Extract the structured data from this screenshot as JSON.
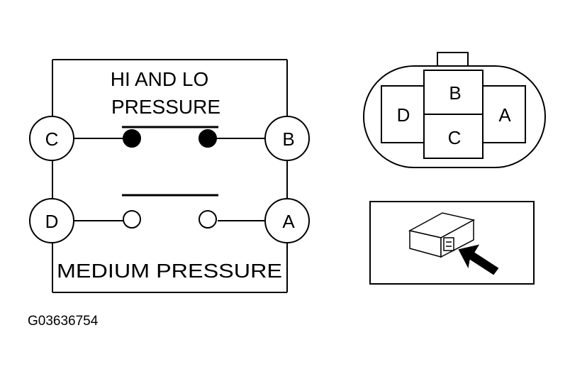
{
  "schematic": {
    "hi_lo_label_line1": "HI AND LO",
    "hi_lo_label_line2": "PRESSURE",
    "medium_label": "MEDIUM PRESSURE",
    "terminals": {
      "c": "C",
      "b": "B",
      "d": "D",
      "a": "A"
    }
  },
  "connector_face": {
    "pins": {
      "b": "B",
      "c": "C",
      "d": "D",
      "a": "A"
    }
  },
  "figure_id": "G03636754",
  "colors": {
    "ink": "#000000",
    "background": "#ffffff"
  }
}
